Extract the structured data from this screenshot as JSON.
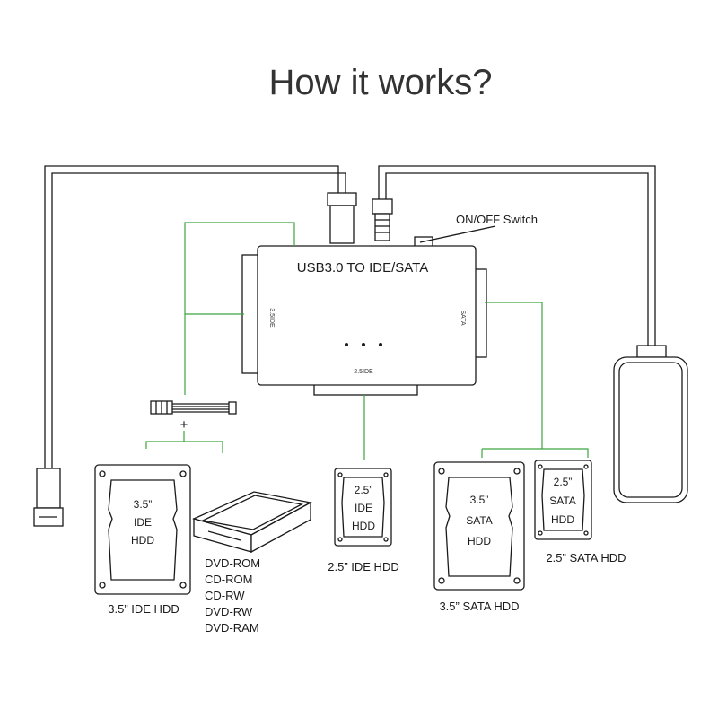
{
  "title": "How it works?",
  "device": {
    "label": "USB3.0 TO IDE/SATA",
    "port_35ide": "3.5IDE",
    "port_sata": "SATA",
    "port_25ide": "2.5IDE"
  },
  "switch_label": "ON/OFF Switch",
  "power_plus": "+",
  "hdd_35_ide": {
    "line1": "3.5”",
    "line2": "IDE",
    "line3": "HDD",
    "caption": "3.5”  IDE HDD"
  },
  "optical": {
    "items": [
      "DVD-ROM",
      "CD-ROM",
      "CD-RW",
      "DVD-RW",
      "DVD-RAM"
    ]
  },
  "hdd_25_ide": {
    "line1": "2.5”",
    "line2": "IDE",
    "line3": "HDD",
    "caption": "2.5”  IDE HDD"
  },
  "hdd_35_sata": {
    "line1": "3.5”",
    "line2": "SATA",
    "line3": "HDD",
    "caption": "3.5”  SATA HDD"
  },
  "hdd_25_sata": {
    "line1": "2.5”",
    "line2": "SATA",
    "line3": "HDD",
    "caption": "2.5”  SATA HDD"
  },
  "colors": {
    "line": "#1a1a1a",
    "connector": "#3da53d",
    "title": "#333333"
  }
}
